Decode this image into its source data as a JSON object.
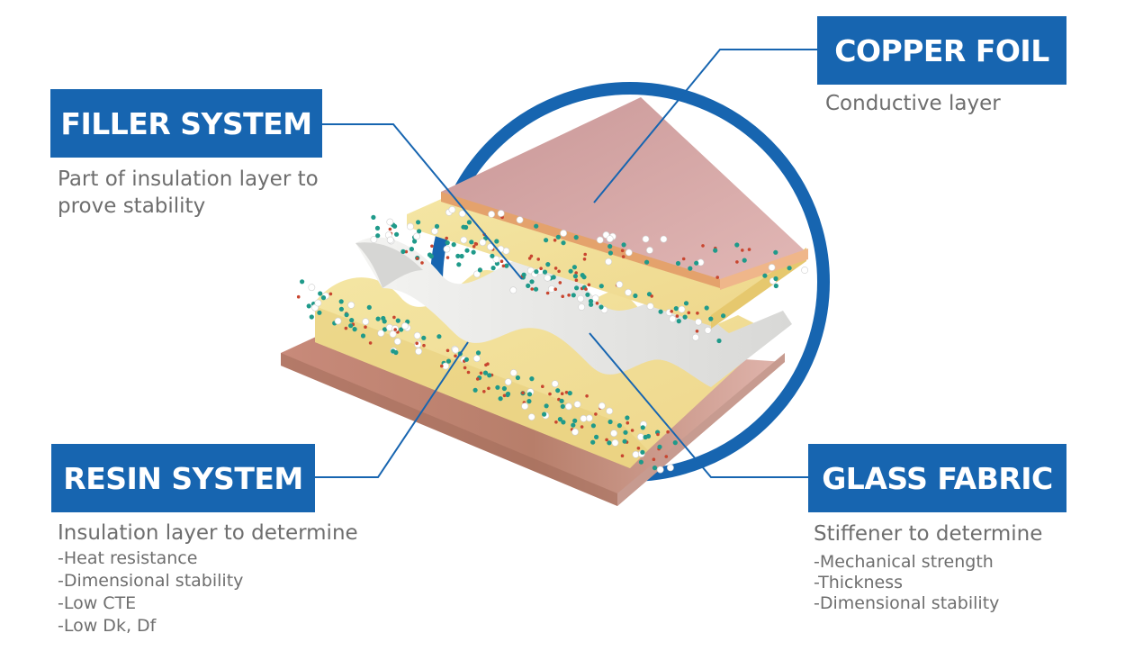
{
  "labels": {
    "copper_foil": {
      "title": "COPPER FOIL",
      "description": "Conductive layer",
      "bullets": []
    },
    "filler_system": {
      "title": "FILLER SYSTEM",
      "description": "Part of insulation layer to prove stability",
      "bullets": []
    },
    "resin_system": {
      "title": "RESIN SYSTEM",
      "description": "Insulation layer to determine",
      "bullets": [
        "-Heat resistance",
        "-Dimensional stability",
        "-Low CTE",
        "-Low Dk, Df"
      ]
    },
    "glass_fabric": {
      "title": "GLASS FABRIC",
      "description": "Stiffener to determine",
      "bullets": [
        "-Mechanical strength",
        "-Thickness",
        "-Dimensional stability"
      ]
    }
  },
  "colors": {
    "label_background": "#1765b0",
    "label_text": "#ffffff",
    "description_text": "#6e6e6e",
    "circle": "#1765b0",
    "copper": "#d8a7a8",
    "resin": "#f2e29a",
    "glass": "#e6e6e4",
    "filler_teal": "#1f9a8a",
    "filler_red": "#c8452f",
    "filler_white": "#ffffff"
  },
  "icons": {
    "illustration": "laminate-cross-section-illustration"
  }
}
